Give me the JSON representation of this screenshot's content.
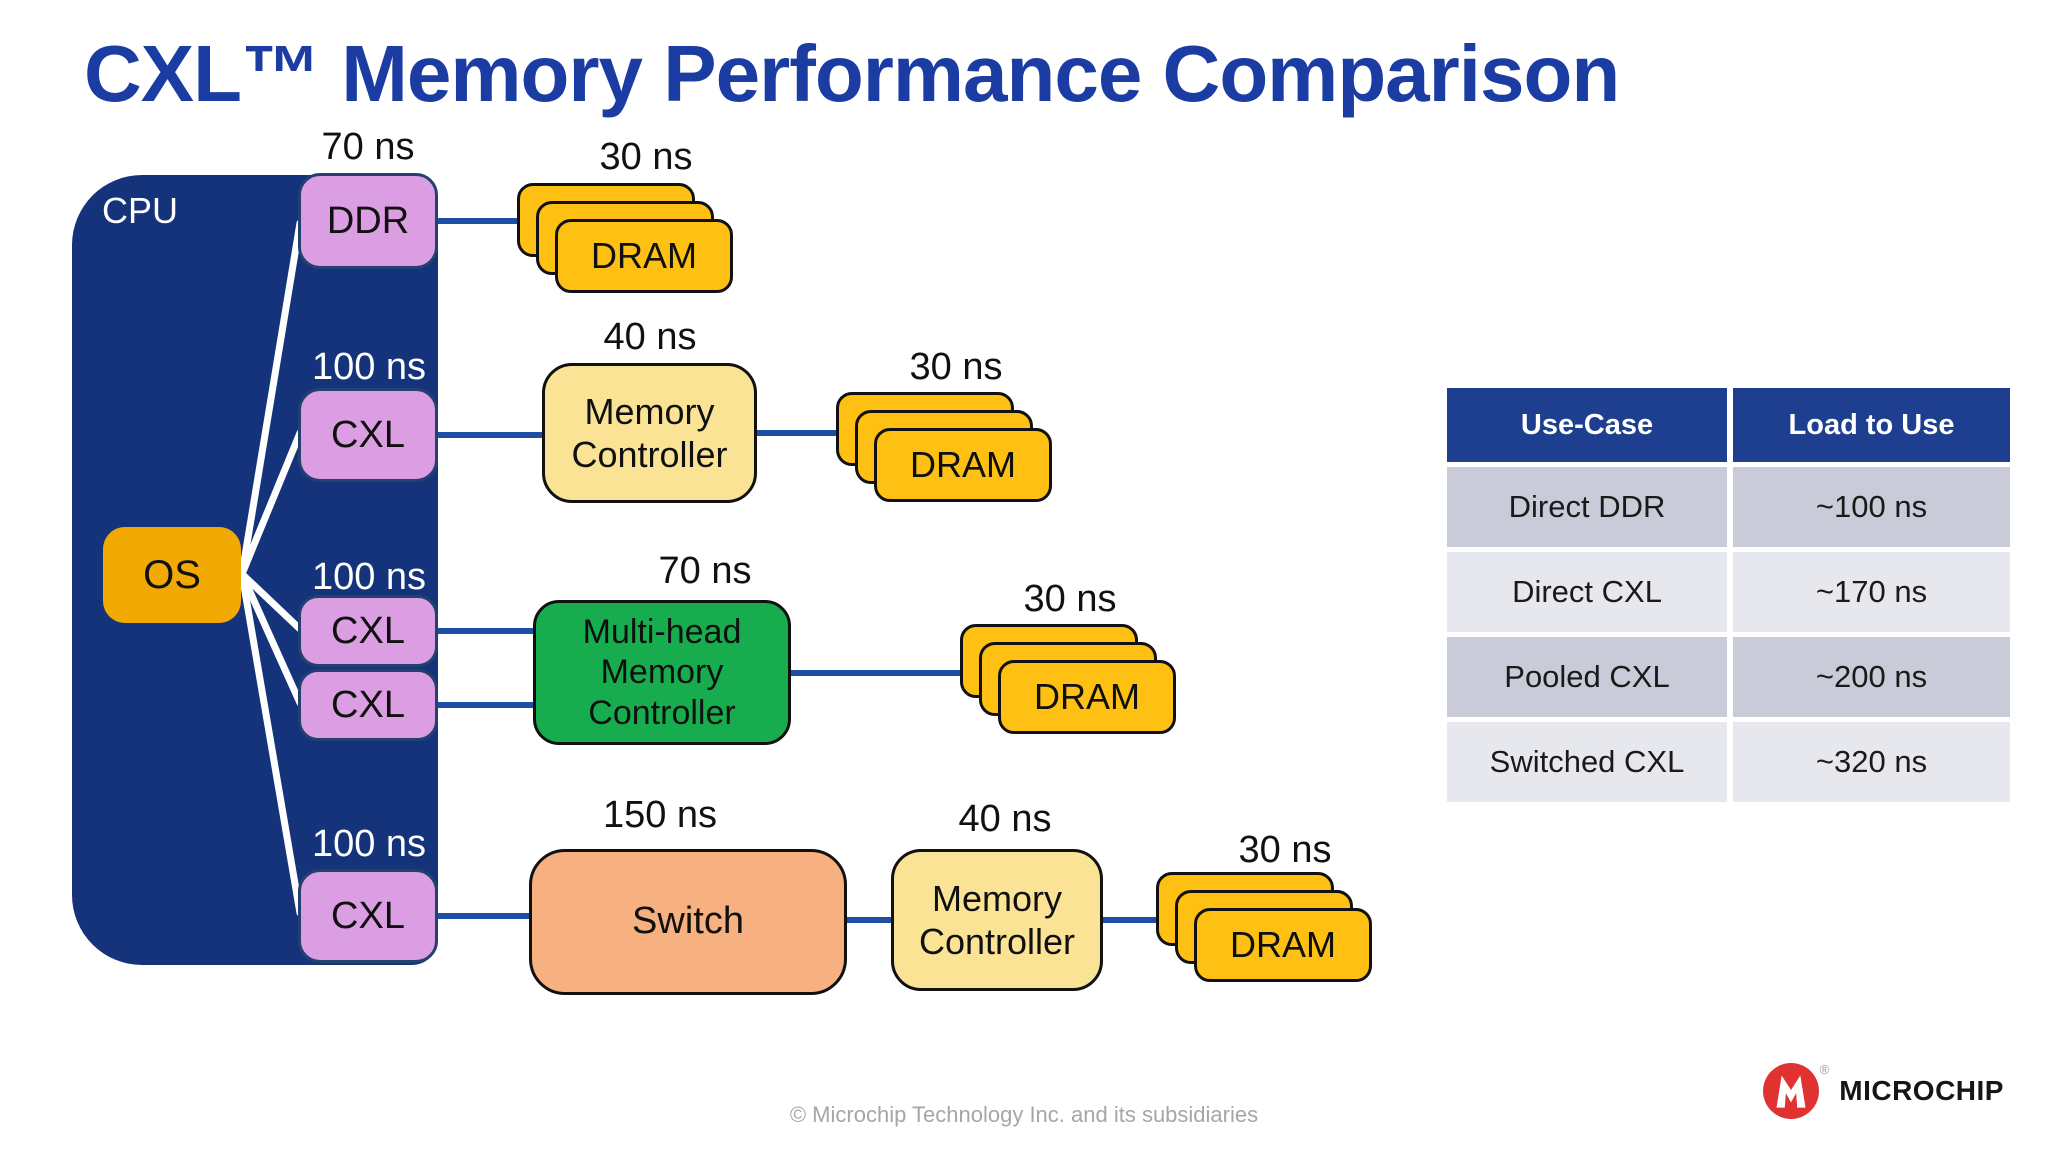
{
  "title": "CXL™ Memory Performance Comparison",
  "colors": {
    "title_blue": "#1B3DA3",
    "cpu_blue": "#15337A",
    "port_purple": "#DC9EE3",
    "os_orange": "#F3A903",
    "dram_orange": "#FDC013",
    "controller_yellow": "#FAE394",
    "multihead_green": "#17AD4E",
    "switch_salmon": "#F7B07F",
    "connector_blue": "#1F4FA5",
    "table_header_blue": "#1E3F8F",
    "table_row_dark": "#C9CBD8",
    "table_row_light": "#E7E8EE",
    "logo_red": "#E03231"
  },
  "diagram": {
    "cpu_label": "CPU",
    "os_label": "OS",
    "dram_label": "DRAM",
    "rows": [
      {
        "port": "DDR",
        "port_latency": "70 ns",
        "dram_latency": "30 ns"
      },
      {
        "port": "CXL",
        "port_latency": "100 ns",
        "controller": "Memory Controller",
        "controller_latency": "40 ns",
        "dram_latency": "30 ns"
      },
      {
        "ports": [
          "CXL",
          "CXL"
        ],
        "port_latency": "100 ns",
        "controller": "Multi-head Memory Controller",
        "controller_latency": "70 ns",
        "dram_latency": "30 ns"
      },
      {
        "port": "CXL",
        "port_latency": "100 ns",
        "switch": "Switch",
        "switch_latency": "150 ns",
        "controller": "Memory Controller",
        "controller_latency": "40 ns",
        "dram_latency": "30 ns"
      }
    ]
  },
  "table": {
    "headers": [
      "Use-Case",
      "Load to Use"
    ],
    "rows": [
      [
        "Direct DDR",
        "~100 ns"
      ],
      [
        "Direct CXL",
        "~170 ns"
      ],
      [
        "Pooled CXL",
        "~200 ns"
      ],
      [
        "Switched CXL",
        "~320 ns"
      ]
    ]
  },
  "footer": {
    "copyright": "© Microchip Technology Inc. and its subsidiaries"
  },
  "logo": {
    "brand": "MICROCHIP",
    "registered": "®"
  }
}
